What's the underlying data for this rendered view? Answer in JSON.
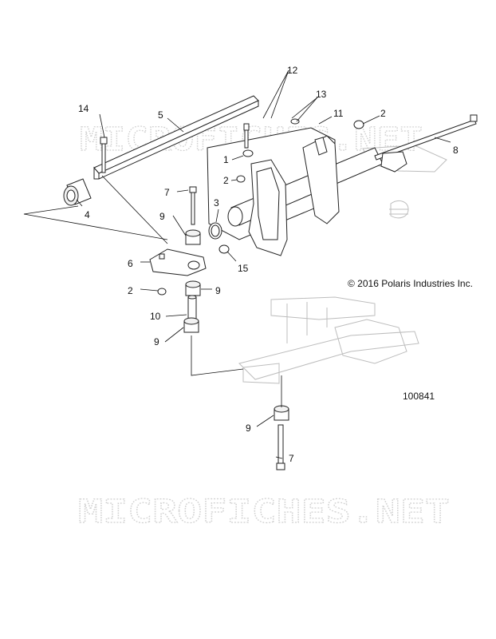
{
  "watermarks": [
    "MICROFICHES.NET",
    "MICROFICHES.NET"
  ],
  "copyright": "© 2016 Polaris Industries Inc.",
  "diagram_id": "100841",
  "callouts": [
    "14",
    "5",
    "12",
    "13",
    "11",
    "2",
    "8",
    "1",
    "2",
    "7",
    "3",
    "4",
    "9",
    "6",
    "15",
    "2",
    "9",
    "10",
    "9",
    "9",
    "7"
  ]
}
